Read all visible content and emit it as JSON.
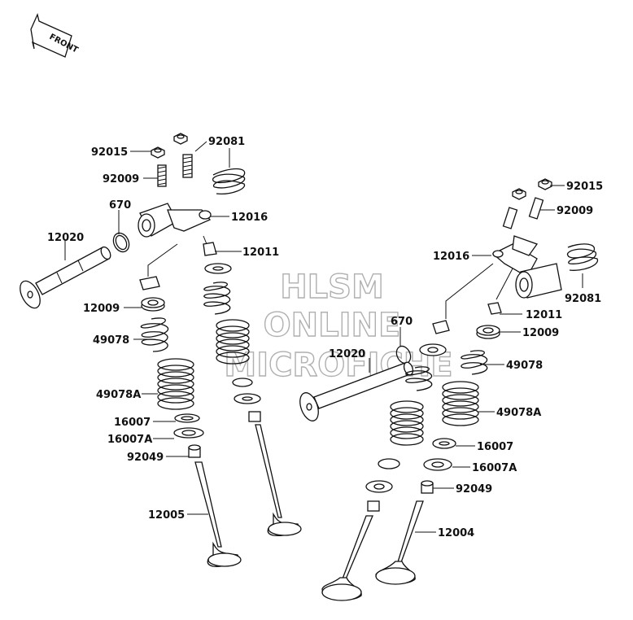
{
  "front_marker": "FRONT",
  "watermark": {
    "line1": "HLSM",
    "line2": "ONLINE",
    "line3": "MICROFICHE"
  },
  "labels": {
    "l_92015_left": "92015",
    "l_92081_left": "92081",
    "l_92009_left": "92009",
    "l_670_left": "670",
    "l_12016_left": "12016",
    "l_12020_left": "12020",
    "l_12011_left": "12011",
    "l_12009_left": "12009",
    "l_49078_left": "49078",
    "l_49078A_left": "49078A",
    "l_16007_left": "16007",
    "l_16007A_left": "16007A",
    "l_92049_left": "92049",
    "l_12005": "12005",
    "l_92015_right": "92015",
    "l_92009_right": "92009",
    "l_12016_right": "12016",
    "l_92081_right": "92081",
    "l_12011_right": "12011",
    "l_670_right": "670",
    "l_12009_right": "12009",
    "l_12020_right": "12020",
    "l_49078_right": "49078",
    "l_49078A_right": "49078A",
    "l_16007_right": "16007",
    "l_16007A_right": "16007A",
    "l_92049_right": "92049",
    "l_12004": "12004"
  }
}
